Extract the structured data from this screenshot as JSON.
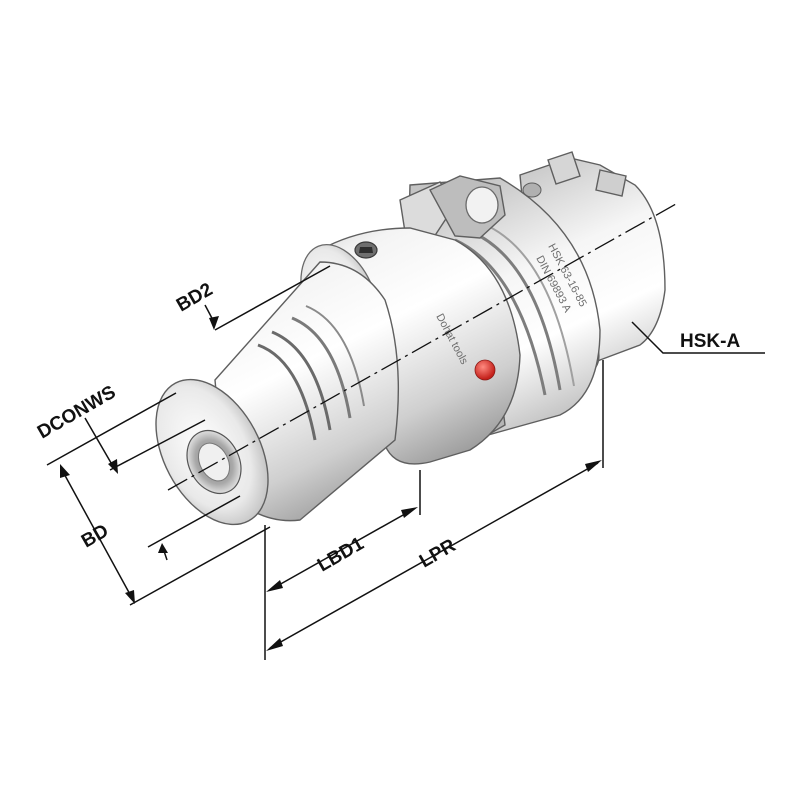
{
  "dimensions": {
    "bd2": "BD2",
    "dconws": "DCONWS",
    "bd": "BD",
    "lbd1": "LBD1",
    "lpr": "LPR",
    "hsk_a": "HSK-A"
  },
  "engravings": {
    "line1": "HSK 63-16-85",
    "line2": "DIN 69893 A",
    "brand": "Dohat tools"
  },
  "colors": {
    "steel_light": "#f7f7f7",
    "steel_mid": "#cfcfcf",
    "steel_dark": "#8f8f8f",
    "marker_red": "#e8322b",
    "line": "#111111"
  }
}
